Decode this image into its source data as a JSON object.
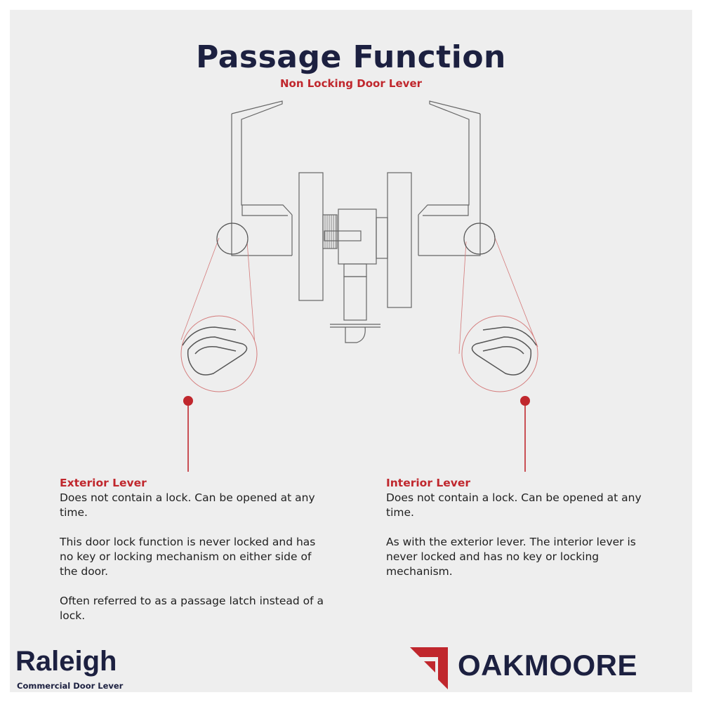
{
  "header": {
    "title": "Passage Function",
    "subtitle": "Non Locking Door Lever"
  },
  "exterior": {
    "heading": "Exterior Lever",
    "paragraphs": [
      "Does not contain a lock. Can be opened at any time.",
      "This door lock function is never locked and has no key or locking mechanism on either side of the door.",
      "Often referred to as a passage latch instead of a lock."
    ]
  },
  "interior": {
    "heading": "Interior Lever",
    "paragraphs": [
      "Does not contain a lock. Can be opened at any time.",
      "As with the exterior lever. The interior lever is never locked and has no key or locking mechanism."
    ]
  },
  "footer": {
    "product_name": "Raleigh",
    "product_type": "Commercial Door Lever",
    "logo_text": "OAKMOORE"
  },
  "colors": {
    "navy": "#1c2040",
    "accent_red": "#c0272d",
    "background": "#eeeeee"
  }
}
